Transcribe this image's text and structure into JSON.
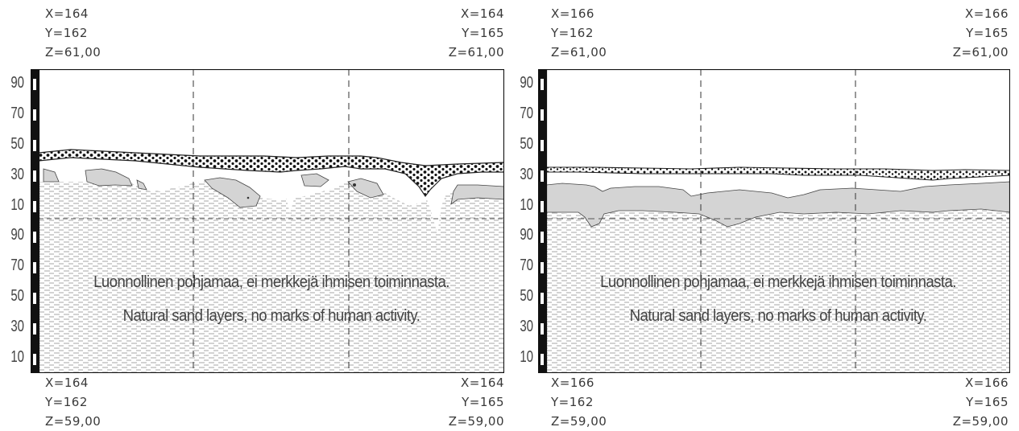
{
  "scale_ticks": [
    "90",
    "70",
    "50",
    "30",
    "10",
    "90",
    "70",
    "50",
    "30",
    "10"
  ],
  "profiles": [
    {
      "top_left": {
        "x": "X=164",
        "y": "Y=162",
        "z": "Z=61,00"
      },
      "top_right": {
        "x": "X=164",
        "y": "Y=165",
        "z": "Z=61,00"
      },
      "bottom_left": {
        "x": "X=164",
        "y": "Y=162",
        "z": "Z=59,00"
      },
      "bottom_right": {
        "x": "X=164",
        "y": "Y=165",
        "z": "Z=59,00"
      },
      "caption_fi": "Luonnollinen pohjamaa, ei merkkejä ihmisen toiminnasta.",
      "caption_en": "Natural sand  layers, no marks of human activity."
    },
    {
      "top_left": {
        "x": "X=166",
        "y": "Y=162",
        "z": "Z=61,00"
      },
      "top_right": {
        "x": "X=166",
        "y": "Y=165",
        "z": "Z=61,00"
      },
      "bottom_left": {
        "x": "X=166",
        "y": "Y=162",
        "z": "Z=59,00"
      },
      "bottom_right": {
        "x": "X=166",
        "y": "Y=165",
        "z": "Z=59,00"
      },
      "caption_fi": "Luonnollinen pohjamaa, ei merkkejä ihmisen toiminnasta.",
      "caption_en": "Natural sand  layers, no marks of human activity."
    }
  ],
  "colors": {
    "sand_hatch": "#9a9a9a",
    "grey_layer": "#d4d4d4",
    "dots": "#111111",
    "frame": "#111111"
  }
}
